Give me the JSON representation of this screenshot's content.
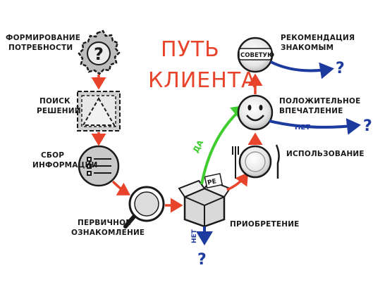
{
  "title": {
    "line1": "ПУТЬ",
    "line2": "КЛИЕНТА"
  },
  "stages": {
    "need": {
      "line1": "ФОРМИРОВАНИЕ",
      "line2": "ПОТРЕБНОСТИ",
      "icon_text": "?"
    },
    "search": {
      "line1": "ПОИСК",
      "line2": "РЕШЕНИЙ"
    },
    "info": {
      "line1": "СБОР",
      "line2": "ИНФОРМАЦИИ"
    },
    "intro": {
      "line1": "ПЕРВИЧНОЕ",
      "line2": "ОЗНАКОМЛЕНИЕ"
    },
    "buy": {
      "label": "ПРИОБРЕТЕНИЕ",
      "tag": "РЕ"
    },
    "use": {
      "label": "ИСПОЛЬЗОВАНИЕ"
    },
    "good": {
      "line1": "ПОЛОЖИТЕЛЬНОЕ",
      "line2": "ВПЕЧАТЛЕНИЕ"
    },
    "recommend": {
      "line1": "РЕКОМЕНДАЦИЯ",
      "line2": "ЗНАКОМЫМ",
      "icon_text": "СОВЕТУЮ"
    }
  },
  "branches": {
    "yes": "ДА",
    "no": "НЕТ",
    "unknown": "?"
  },
  "colors": {
    "red": "#e8432b",
    "green": "#3fcc2e",
    "blue": "#1d3a9e",
    "gray": "#bdbdbd",
    "ink": "#1a1a1a"
  }
}
